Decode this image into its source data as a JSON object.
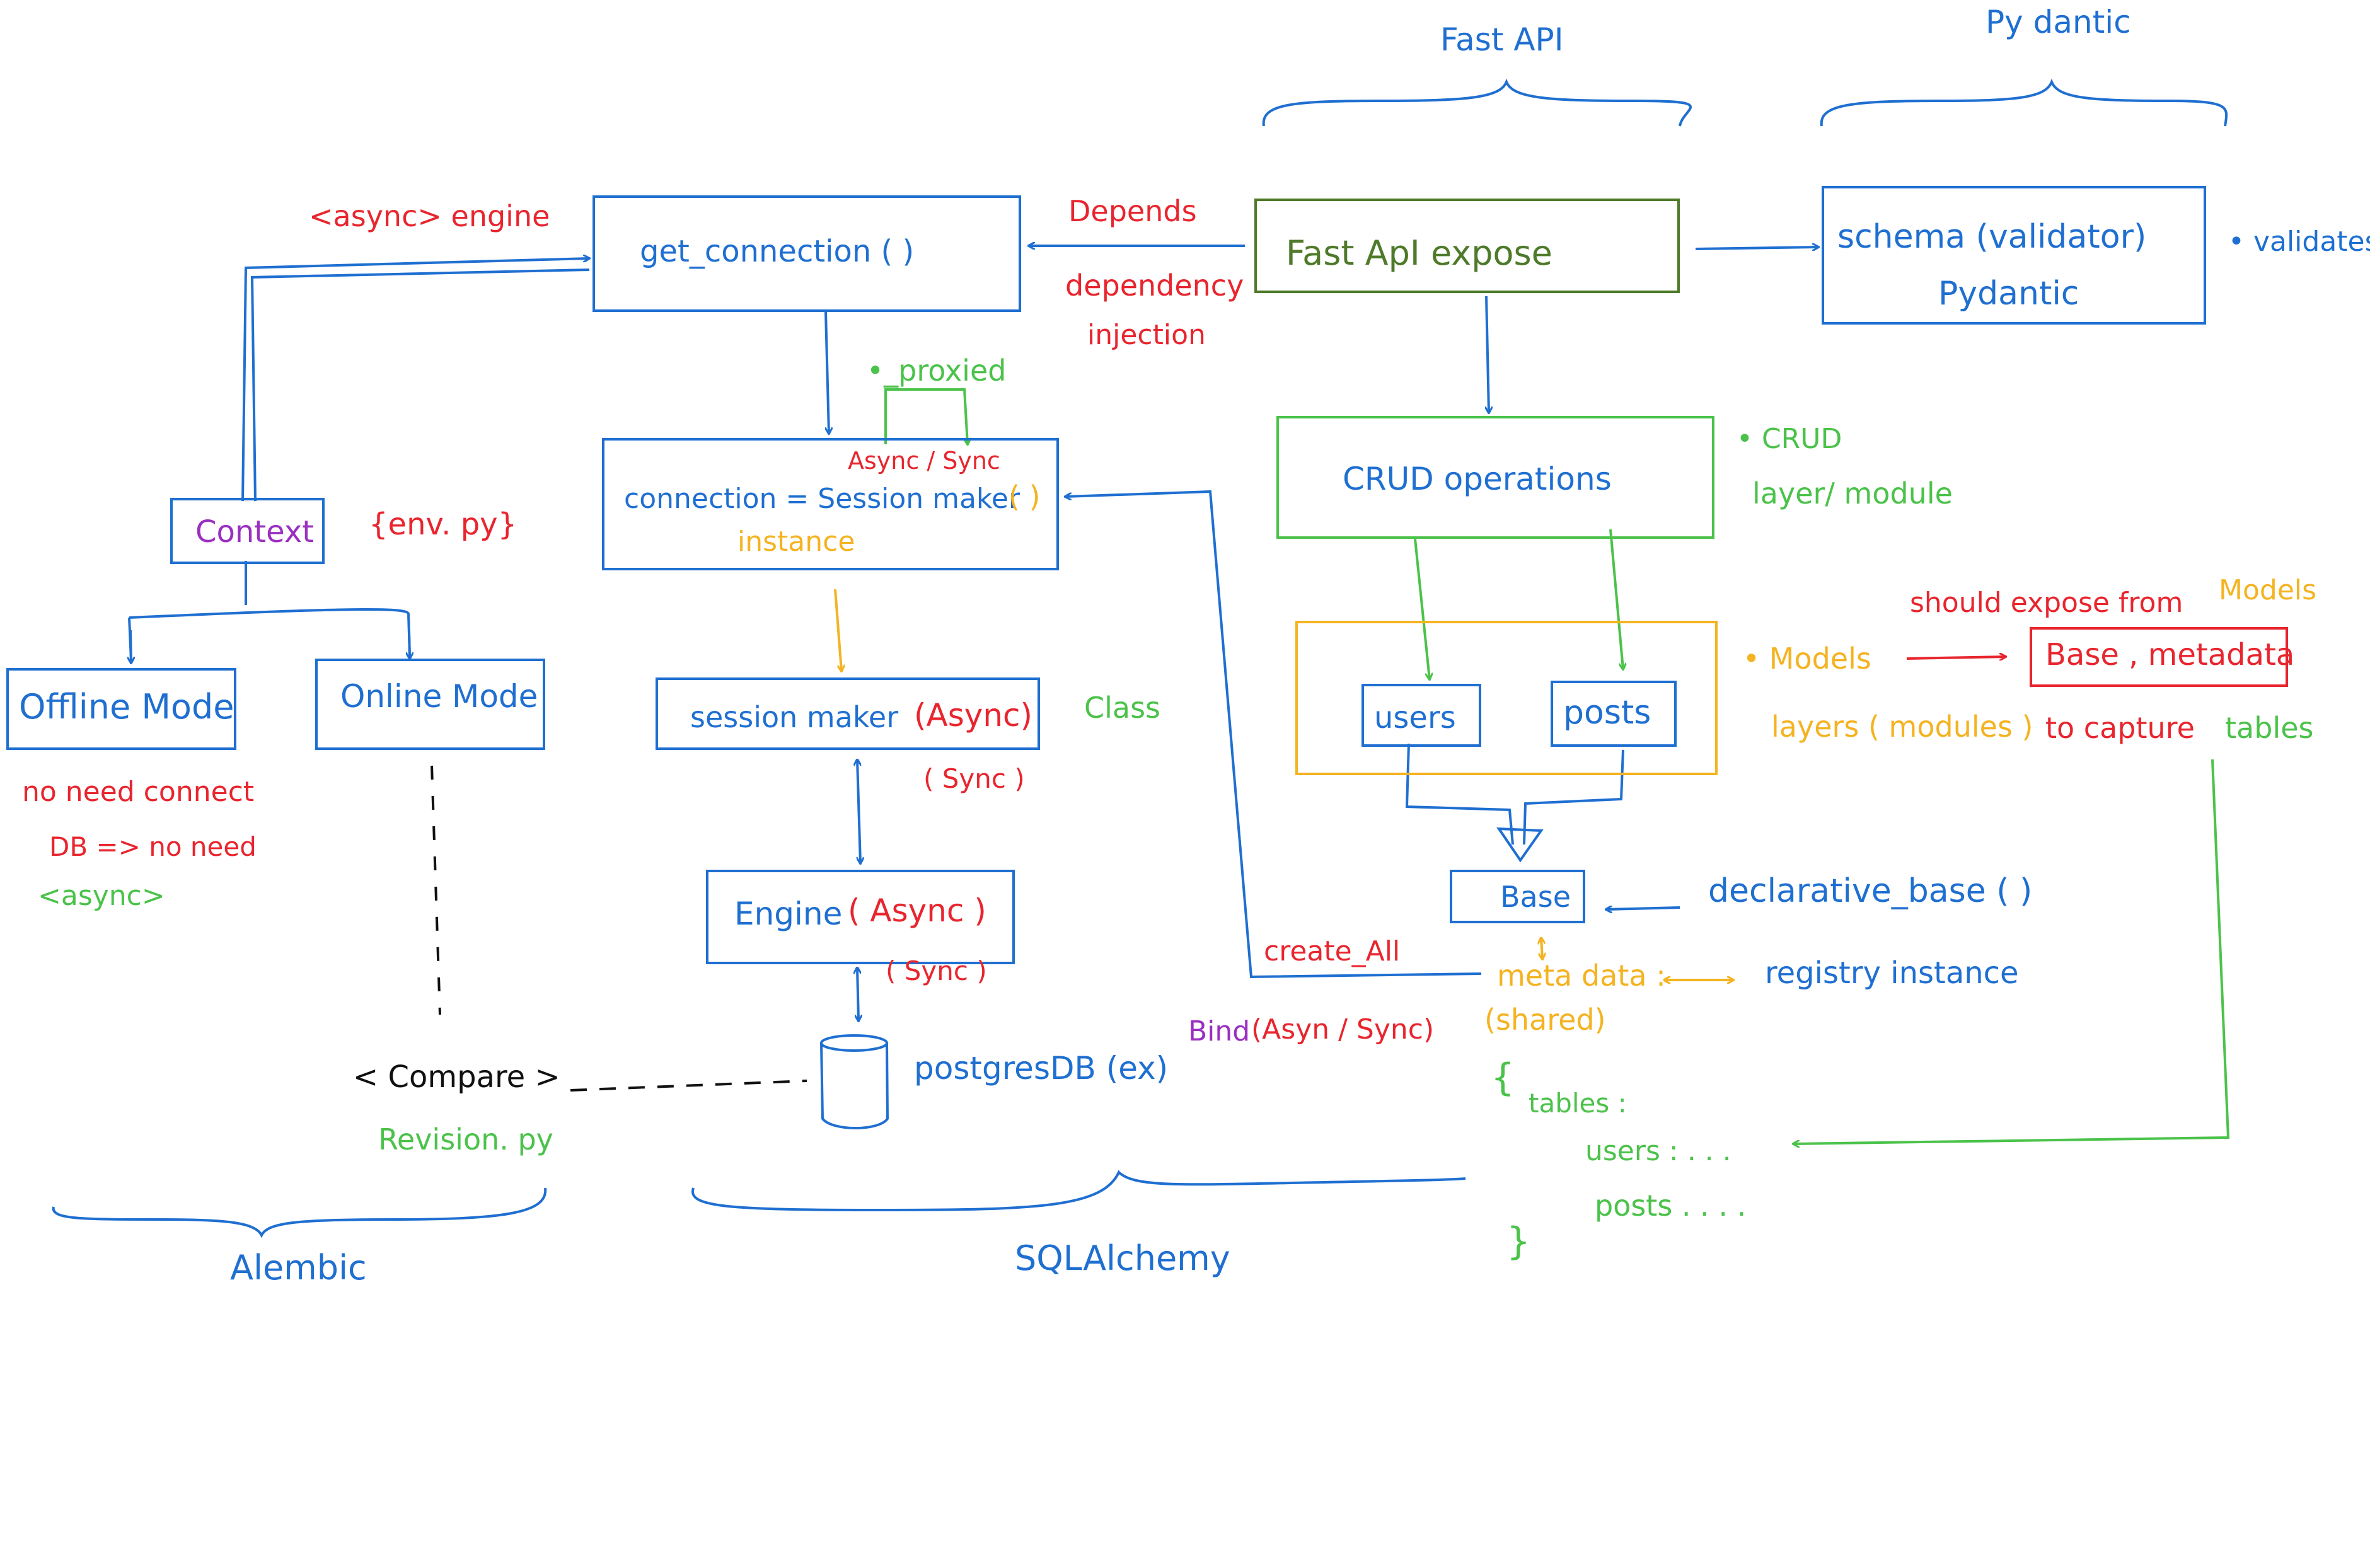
{
  "colors": {
    "blue": "#1f6fd1",
    "red": "#e8252e",
    "green": "#4bc24a",
    "dark_green": "#4e7a2a",
    "yellow": "#f4b321",
    "purple": "#9a2fc0",
    "black": "#111111"
  },
  "headers": {
    "fastapi": "Fast API",
    "pydantic": "Py dantic",
    "alembic": "Alembic",
    "sqlalchemy": "SQLAlchemy"
  },
  "boxes": {
    "get_connection": "get_connection ( )",
    "fastapi_expose": "Fast ApI expose",
    "schema_line1": "schema (validator)",
    "schema_line2": "Pydantic",
    "connection_line1": "connection = Session maker",
    "connection_parens": "( )",
    "connection_line2": "instance",
    "async_sync": "Async / Sync",
    "crud_operations": "CRUD operations",
    "context": "Context",
    "offline_mode": "Offline Mode",
    "online_mode": "Online Mode",
    "session_maker": "session maker",
    "session_maker_async": "(Async)",
    "engine": "Engine",
    "engine_async": "( Async )",
    "users": "users",
    "posts": "posts",
    "base": "Base",
    "base_metadata": "Base , metadata"
  },
  "labels": {
    "async_engine": "<async> engine",
    "depends": "Depends",
    "dependency": "dependency",
    "injection": "injection",
    "validates": "• validates",
    "proxied": "•_proxied",
    "crud_bullet": "• CRUD",
    "layer_module": "layer/ module",
    "env_py": "{env. py}",
    "should_expose": "should expose from",
    "models_word": "Models",
    "models_bullet": "• Models",
    "layers_modules": "layers ( modules )",
    "to_capture": "to capture",
    "tables_word": "tables",
    "class": "Class",
    "sync_paren_1": "( Sync )",
    "sync_paren_2": "( Sync )",
    "no_need_connect": "no need connect",
    "db_no_need": "DB => no need",
    "async_tag": "<async>",
    "declarative_base": "declarative_base ( )",
    "create_all": "create_All",
    "metadata": "meta data :",
    "shared": "(shared)",
    "registry_instance": "registry instance",
    "bind": "Bind",
    "bind_mode": "(Asyn / Sync)",
    "compare": "< Compare >",
    "revision_py": "Revision. py",
    "postgres_db": "postgresDB (ex)",
    "brace_open": "{",
    "tables_colon": "tables :",
    "users_dots": "users :  . . .",
    "posts_dots": "posts . . . .",
    "brace_close": "}"
  },
  "icons": [
    "database-cylinder-icon"
  ]
}
